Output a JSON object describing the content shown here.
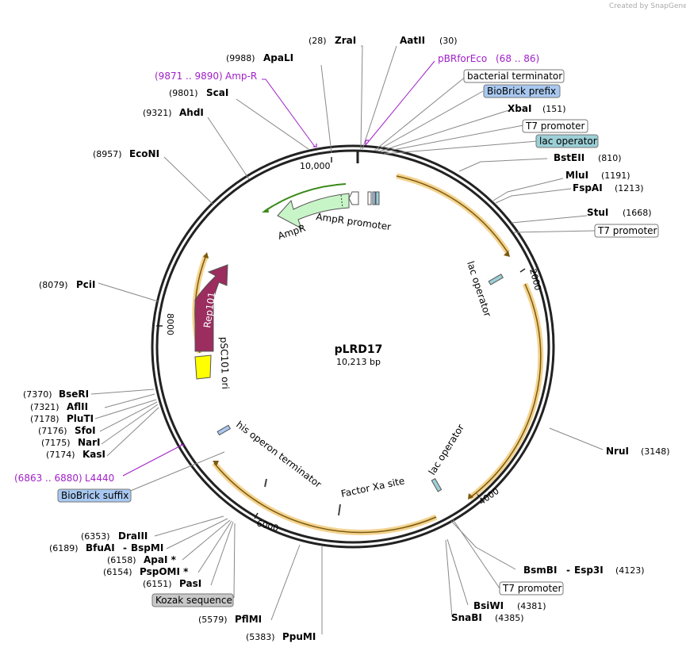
{
  "credit": "Created by SnapGene",
  "plasmid": {
    "name": "pLRD17",
    "length_label": "10,213 bp"
  },
  "ticks": [
    "10,000",
    "2000",
    "4000",
    "6000",
    "8000"
  ],
  "enzymes": [
    {
      "name": "ZraI",
      "pos": "(28)"
    },
    {
      "name": "AatII",
      "pos": "(30)"
    },
    {
      "name": "ApaLI",
      "pos": "(9988)"
    },
    {
      "name": "ScaI",
      "pos": "(9801)"
    },
    {
      "name": "AhdI",
      "pos": "(9321)"
    },
    {
      "name": "EcoNI",
      "pos": "(8957)"
    },
    {
      "name": "PciI",
      "pos": "(8079)"
    },
    {
      "name": "BseRI",
      "pos": "(7370)"
    },
    {
      "name": "AflII",
      "pos": "(7321)"
    },
    {
      "name": "PluTI",
      "pos": "(7178)"
    },
    {
      "name": "SfoI",
      "pos": "(7176)"
    },
    {
      "name": "NarI",
      "pos": "(7175)"
    },
    {
      "name": "KasI",
      "pos": "(7174)"
    },
    {
      "name": "DraIII",
      "pos": "(6353)"
    },
    {
      "name": "BfuAI",
      "name2": "BspMI",
      "pos": "(6189)"
    },
    {
      "name": "ApaI *",
      "pos": "(6158)"
    },
    {
      "name": "PspOMI *",
      "pos": "(6154)"
    },
    {
      "name": "PasI",
      "pos": "(6151)"
    },
    {
      "name": "PflMI",
      "pos": "(5579)"
    },
    {
      "name": "PpuMI",
      "pos": "(5383)"
    },
    {
      "name": "XbaI",
      "pos": "(151)"
    },
    {
      "name": "BstEII",
      "pos": "(810)"
    },
    {
      "name": "MluI",
      "pos": "(1191)"
    },
    {
      "name": "FspAI",
      "pos": "(1213)"
    },
    {
      "name": "StuI",
      "pos": "(1668)"
    },
    {
      "name": "NruI",
      "pos": "(3148)"
    },
    {
      "name": "BsmBI",
      "name2": "Esp3I",
      "pos": "(4123)"
    },
    {
      "name": "BsiWI",
      "pos": "(4381)"
    },
    {
      "name": "SnaBI",
      "pos": "(4385)"
    }
  ],
  "primers": [
    {
      "range": "(9871 .. 9890)",
      "name": "Amp-R"
    },
    {
      "range": "(68 .. 86)",
      "name": "pBRforEco"
    },
    {
      "range": "(6863 .. 6880)",
      "name": "L4440"
    }
  ],
  "boxed_features": [
    {
      "label": "bacterial terminator",
      "color": "#ffffff"
    },
    {
      "label": "BioBrick prefix",
      "color": "#a8c8f0"
    },
    {
      "label": "T7 promoter",
      "color": "#ffffff"
    },
    {
      "label": "lac operator",
      "color": "#9ccfd6"
    },
    {
      "label": "T7 promoter",
      "color": "#ffffff"
    },
    {
      "label": "BioBrick suffix",
      "color": "#a8c8f0"
    },
    {
      "label": "T7 promoter",
      "color": "#ffffff"
    },
    {
      "label": "Kozak sequence",
      "color": "#c8c8c8"
    }
  ],
  "inner_features": {
    "ampr": "AmpR",
    "ampr_promoter": "AmpR promoter",
    "rep101": "Rep101",
    "psc101_ori": "pSC101 ori",
    "lac_operator_a": "lac operator",
    "lac_operator_b": "lac operator",
    "his_operon_terminator": "his operon terminator",
    "factor_xa_site": "Factor Xa site"
  },
  "colors": {
    "ampr": "#c8f5c8",
    "ampr_orf": "#3a8a1a",
    "rep101": "#9b2d5f",
    "ori": "#ffff00",
    "orf_arc": "#f0c060",
    "primer": "#a020c8",
    "backbone": "#222222"
  }
}
